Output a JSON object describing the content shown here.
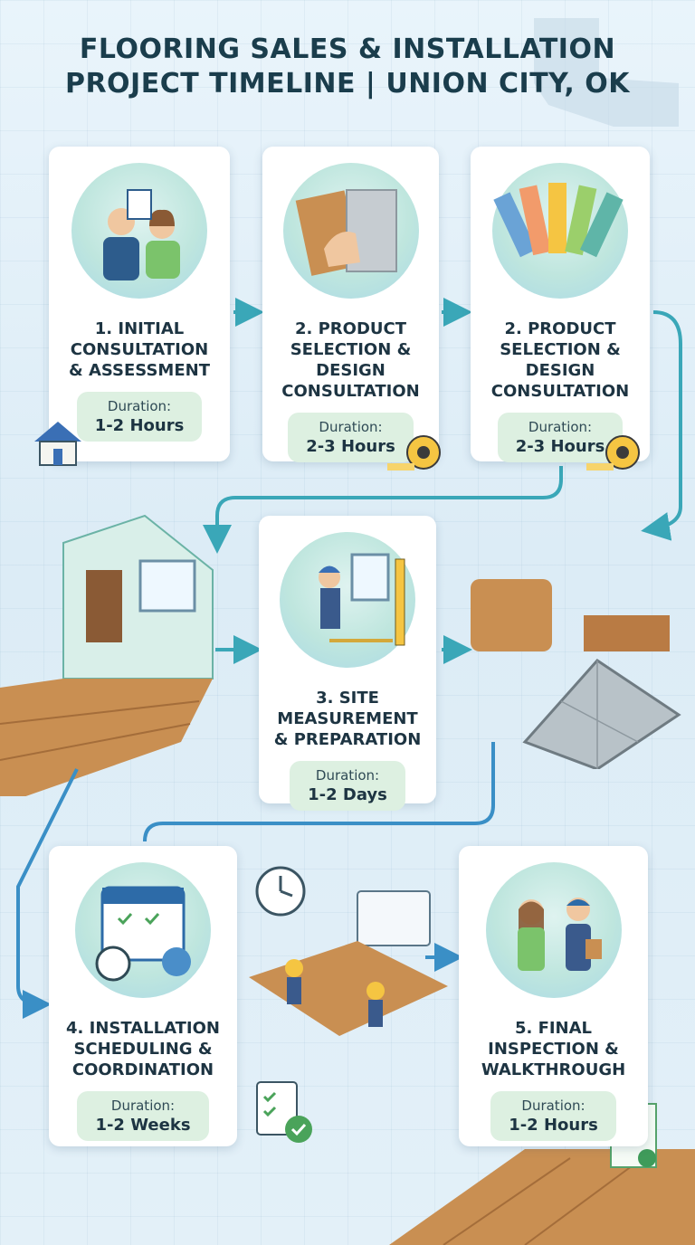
{
  "header": {
    "title_line1": "FLOORING SALES & INSTALLATION",
    "title_line2": "PROJECT TIMELINE | UNION CITY, OK"
  },
  "steps": [
    {
      "title": "1. INITIAL\nCONSULTATION\n& ASSESSMENT",
      "duration_label": "Duration:",
      "duration_value": "1-2 Hours"
    },
    {
      "title": "2. PRODUCT\nSELECTION &\nDESIGN\nCONSULTATION",
      "duration_label": "Duration:",
      "duration_value": "2-3 Hours"
    },
    {
      "title": "2. PRODUCT\nSELECTION &\nDESIGN\nCONSULTATION",
      "duration_label": "Duration:",
      "duration_value": "2-3 Hours"
    },
    {
      "title": "3. SITE\nMEASUREMENT\n& PREPARATION",
      "duration_label": "Duration:",
      "duration_value": "1-2 Days"
    },
    {
      "title": "4. INSTALLATION\nSCHEDULING &\nCOORDINATION",
      "duration_label": "Duration:",
      "duration_value": "1-2 Weeks"
    },
    {
      "title": "5. FINAL\nINSPECTION &\nWALKTHROUGH",
      "duration_label": "Duration:",
      "duration_value": "1-2 Hours"
    }
  ],
  "colors": {
    "arrow": "#3aa7b8",
    "arrow_blue": "#3a8fc6",
    "badge": "#ddf0e1",
    "wood": "#c98f52"
  }
}
